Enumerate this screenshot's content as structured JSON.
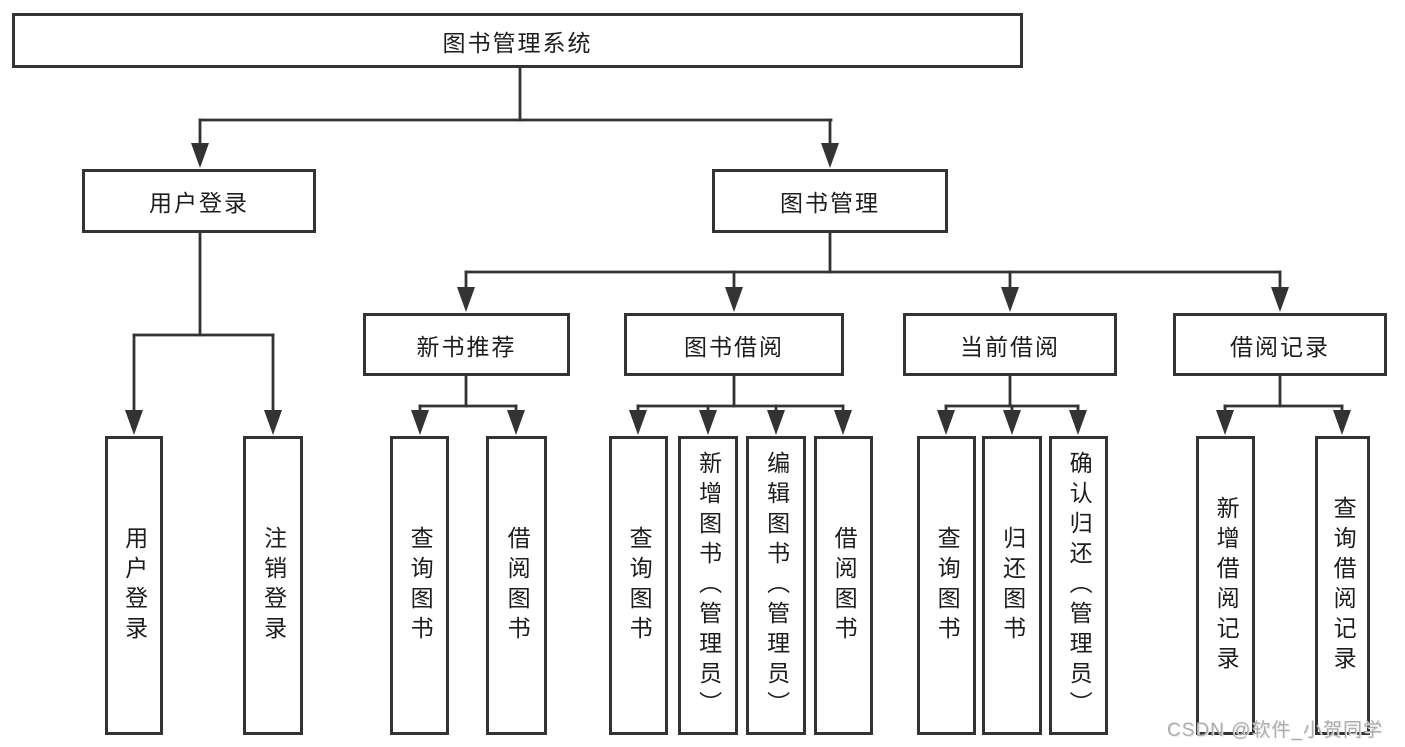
{
  "tree": {
    "root": {
      "label": "图书管理系统",
      "children": [
        {
          "label": "用户登录",
          "children": [
            {
              "label": "用户登录"
            },
            {
              "label": "注销登录"
            }
          ]
        },
        {
          "label": "图书管理",
          "children": [
            {
              "label": "新书推荐",
              "children": [
                {
                  "label": "查询图书"
                },
                {
                  "label": "借阅图书"
                }
              ]
            },
            {
              "label": "图书借阅",
              "children": [
                {
                  "label": "查询图书"
                },
                {
                  "label": "新增图书（管理员）"
                },
                {
                  "label": "编辑图书（管理员）"
                },
                {
                  "label": "借阅图书"
                }
              ]
            },
            {
              "label": "当前借阅",
              "children": [
                {
                  "label": "查询图书"
                },
                {
                  "label": "归还图书"
                },
                {
                  "label": "确认归还（管理员）"
                }
              ]
            },
            {
              "label": "借阅记录",
              "children": [
                {
                  "label": "新增借阅记录"
                },
                {
                  "label": "查询借阅记录"
                }
              ]
            }
          ]
        }
      ]
    }
  },
  "watermark": {
    "text": "CSDN @软件_小贺同学"
  },
  "colors": {
    "line": "#333333",
    "node_fill": "#ffffff",
    "text": "#1d1d1d",
    "watermark_gray": "#adadad"
  }
}
